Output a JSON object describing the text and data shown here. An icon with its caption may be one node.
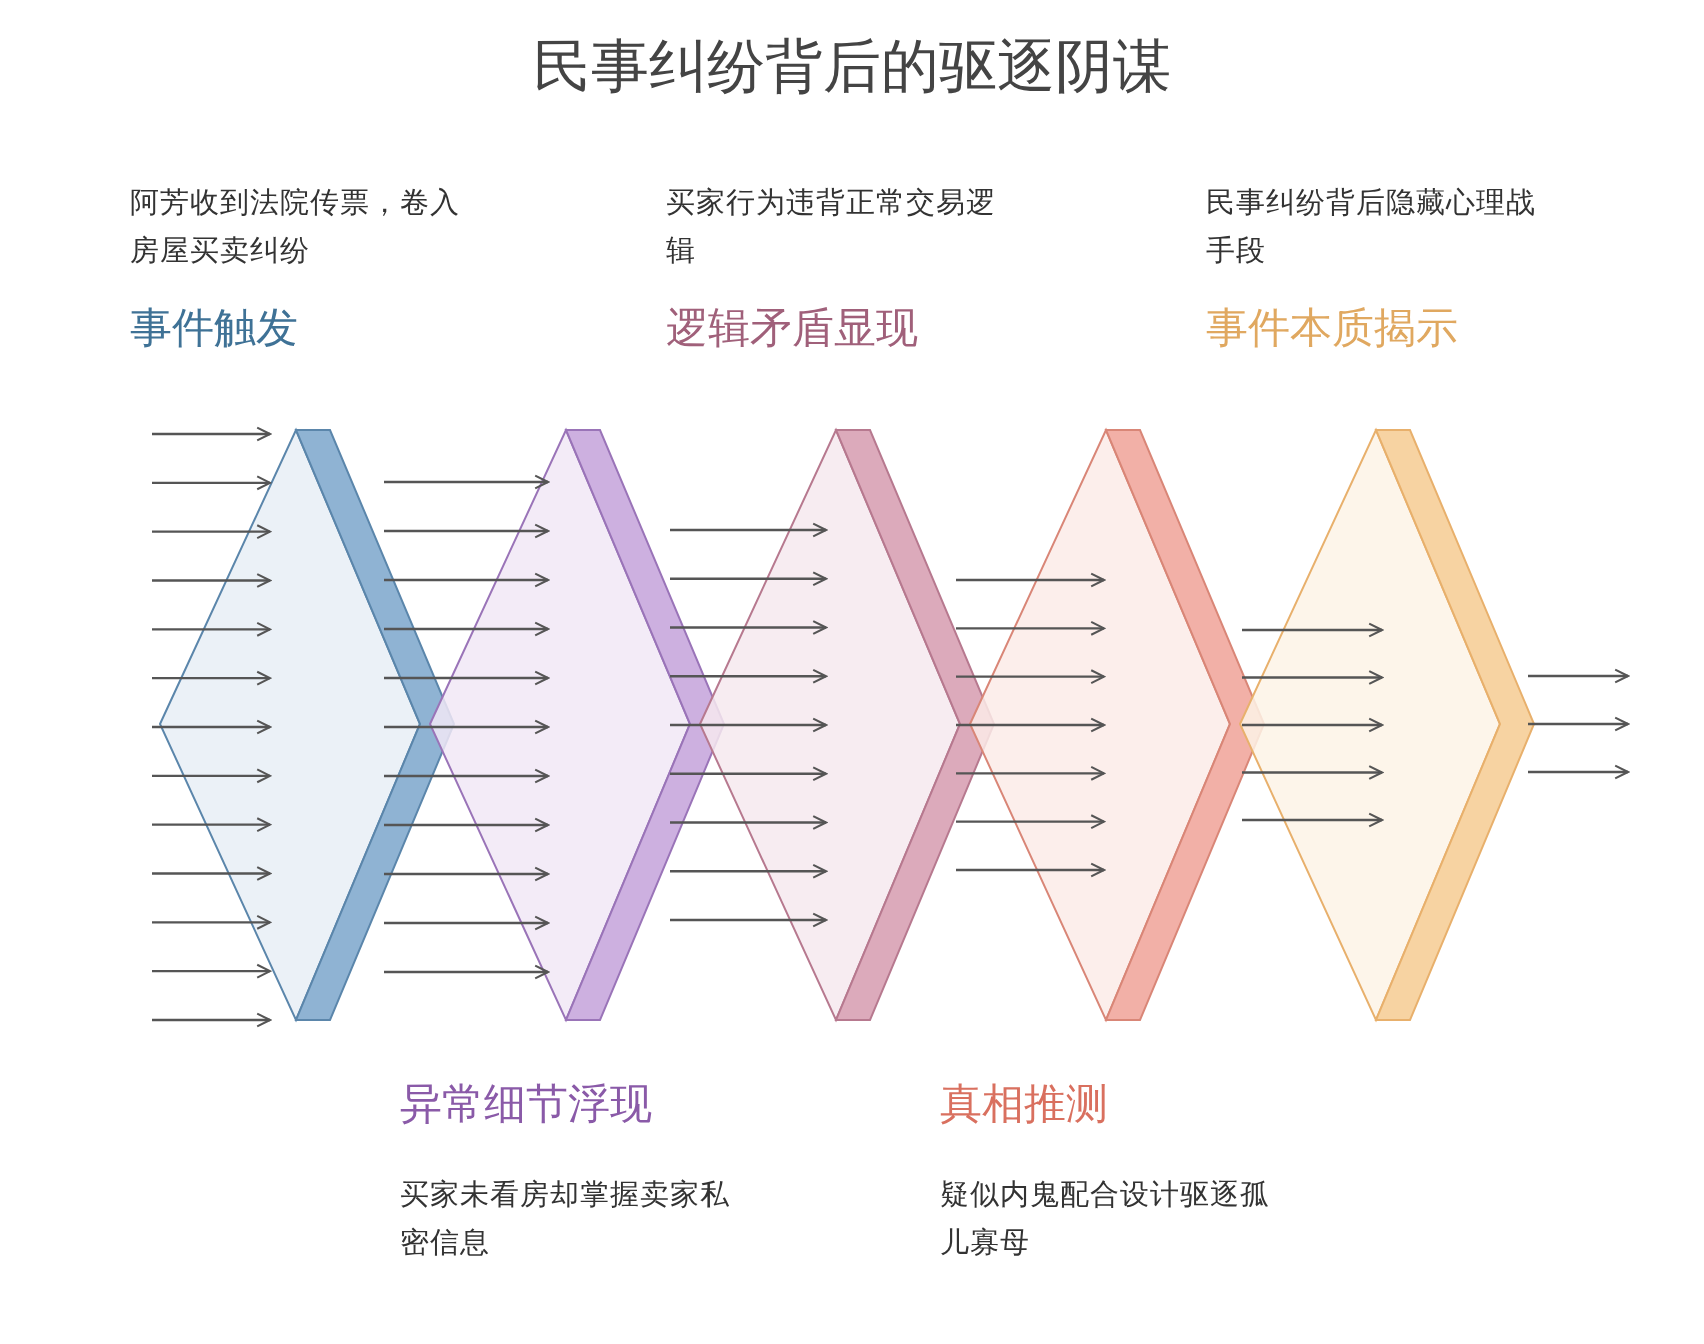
{
  "diagram": {
    "title": "民事纠纷背后的驱逐阴谋",
    "nodes": [
      {
        "text": [
          "阿芳收到法院传票，卷入房屋买卖纠纷",
          "事件触发"
        ]
      },
      {
        "text": [
          "异常细节浮现",
          "买家未看房却掌握卖家私密信息"
        ]
      },
      {
        "text": [
          "买家行为违背正常交易逻辑",
          "逻辑矛盾显现"
        ]
      },
      {
        "text": [
          "真相推测",
          "疑似内鬼配合设计驱逐孤儿寡母"
        ]
      },
      {
        "text": [
          "民事纠纷背后隐藏心理战手段",
          "事件本质揭示"
        ]
      }
    ],
    "edges": [
      {
        "from": null,
        "to": 0,
        "arrow": "to"
      },
      {
        "from": null,
        "to": 0,
        "arrow": "to"
      },
      {
        "from": null,
        "to": 0,
        "arrow": "to"
      },
      {
        "from": null,
        "to": 0,
        "arrow": "to"
      },
      {
        "from": null,
        "to": 0,
        "arrow": "to"
      },
      {
        "from": null,
        "to": 0,
        "arrow": "to"
      },
      {
        "from": null,
        "to": 0,
        "arrow": "to"
      },
      {
        "from": null,
        "to": 0,
        "arrow": "to"
      },
      {
        "from": null,
        "to": 0,
        "arrow": "to"
      },
      {
        "from": null,
        "to": 0,
        "arrow": "to"
      },
      {
        "from": null,
        "to": 0,
        "arrow": "to"
      },
      {
        "from": null,
        "to": 0,
        "arrow": "to"
      },
      {
        "from": null,
        "to": 0,
        "arrow": "to"
      },
      {
        "from": 0,
        "to": 1,
        "arrow": "to"
      },
      {
        "from": 0,
        "to": 1,
        "arrow": "to"
      },
      {
        "from": 0,
        "to": 1,
        "arrow": "to"
      },
      {
        "from": 0,
        "to": 1,
        "arrow": "to"
      },
      {
        "from": 0,
        "to": 1,
        "arrow": "to"
      },
      {
        "from": 0,
        "to": 1,
        "arrow": "to"
      },
      {
        "from": 0,
        "to": 1,
        "arrow": "to"
      },
      {
        "from": 0,
        "to": 1,
        "arrow": "to"
      },
      {
        "from": 0,
        "to": 1,
        "arrow": "to"
      },
      {
        "from": 0,
        "to": 1,
        "arrow": "to"
      },
      {
        "from": 0,
        "to": 1,
        "arrow": "to"
      },
      {
        "from": 1,
        "to": 2,
        "arrow": "to"
      },
      {
        "from": 1,
        "to": 2,
        "arrow": "to"
      },
      {
        "from": 1,
        "to": 2,
        "arrow": "to"
      },
      {
        "from": 1,
        "to": 2,
        "arrow": "to"
      },
      {
        "from": 1,
        "to": 2,
        "arrow": "to"
      },
      {
        "from": 1,
        "to": 2,
        "arrow": "to"
      },
      {
        "from": 1,
        "to": 2,
        "arrow": "to"
      },
      {
        "from": 1,
        "to": 2,
        "arrow": "to"
      },
      {
        "from": 1,
        "to": 2,
        "arrow": "to"
      },
      {
        "from": 2,
        "to": 3,
        "arrow": "to"
      },
      {
        "from": 2,
        "to": 3,
        "arrow": "to"
      },
      {
        "from": 2,
        "to": 3,
        "arrow": "to"
      },
      {
        "from": 2,
        "to": 3,
        "arrow": "to"
      },
      {
        "from": 2,
        "to": 3,
        "arrow": "to"
      },
      {
        "from": 2,
        "to": 3,
        "arrow": "to"
      },
      {
        "from": 2,
        "to": 3,
        "arrow": "to"
      },
      {
        "from": 3,
        "to": 4,
        "arrow": "to"
      },
      {
        "from": 3,
        "to": 4,
        "arrow": "to"
      },
      {
        "from": 3,
        "to": 4,
        "arrow": "to"
      },
      {
        "from": 3,
        "to": 4,
        "arrow": "to"
      },
      {
        "from": 3,
        "to": 4,
        "arrow": "to"
      },
      {
        "from": 4,
        "to": null,
        "arrow": "to"
      },
      {
        "from": 4,
        "to": null,
        "arrow": "to"
      },
      {
        "from": 4,
        "to": null,
        "arrow": "to"
      }
    ]
  }
}
